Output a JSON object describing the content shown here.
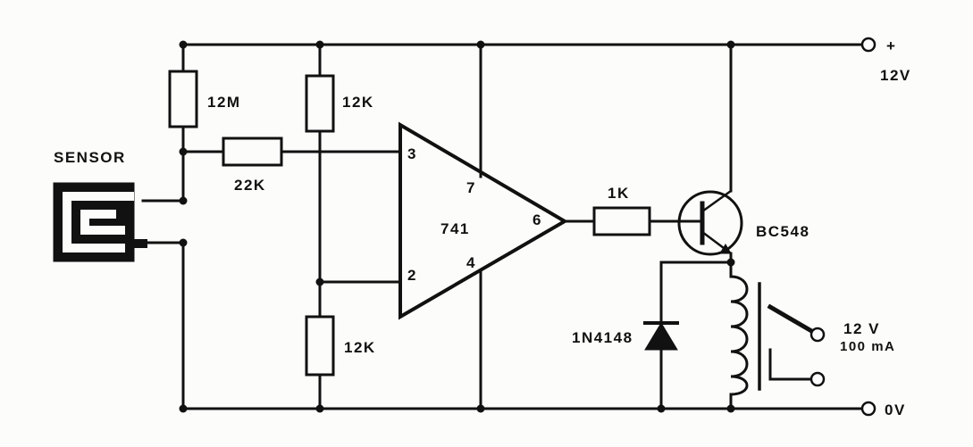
{
  "labels": {
    "sensor": "SENSOR",
    "r_12m": "12M",
    "r_22k": "22K",
    "r_12k_top": "12K",
    "r_12k_bottom": "12K",
    "r_1k": "1K",
    "opamp": "741",
    "pin3": "3",
    "pin2": "2",
    "pin7": "7",
    "pin4": "4",
    "pin6": "6",
    "transistor": "BC548",
    "diode": "1N4148",
    "supply_plus": "+",
    "supply_voltage": "12V",
    "ground": "0V",
    "relay_voltage": "12 V",
    "relay_current": "100 mA"
  }
}
